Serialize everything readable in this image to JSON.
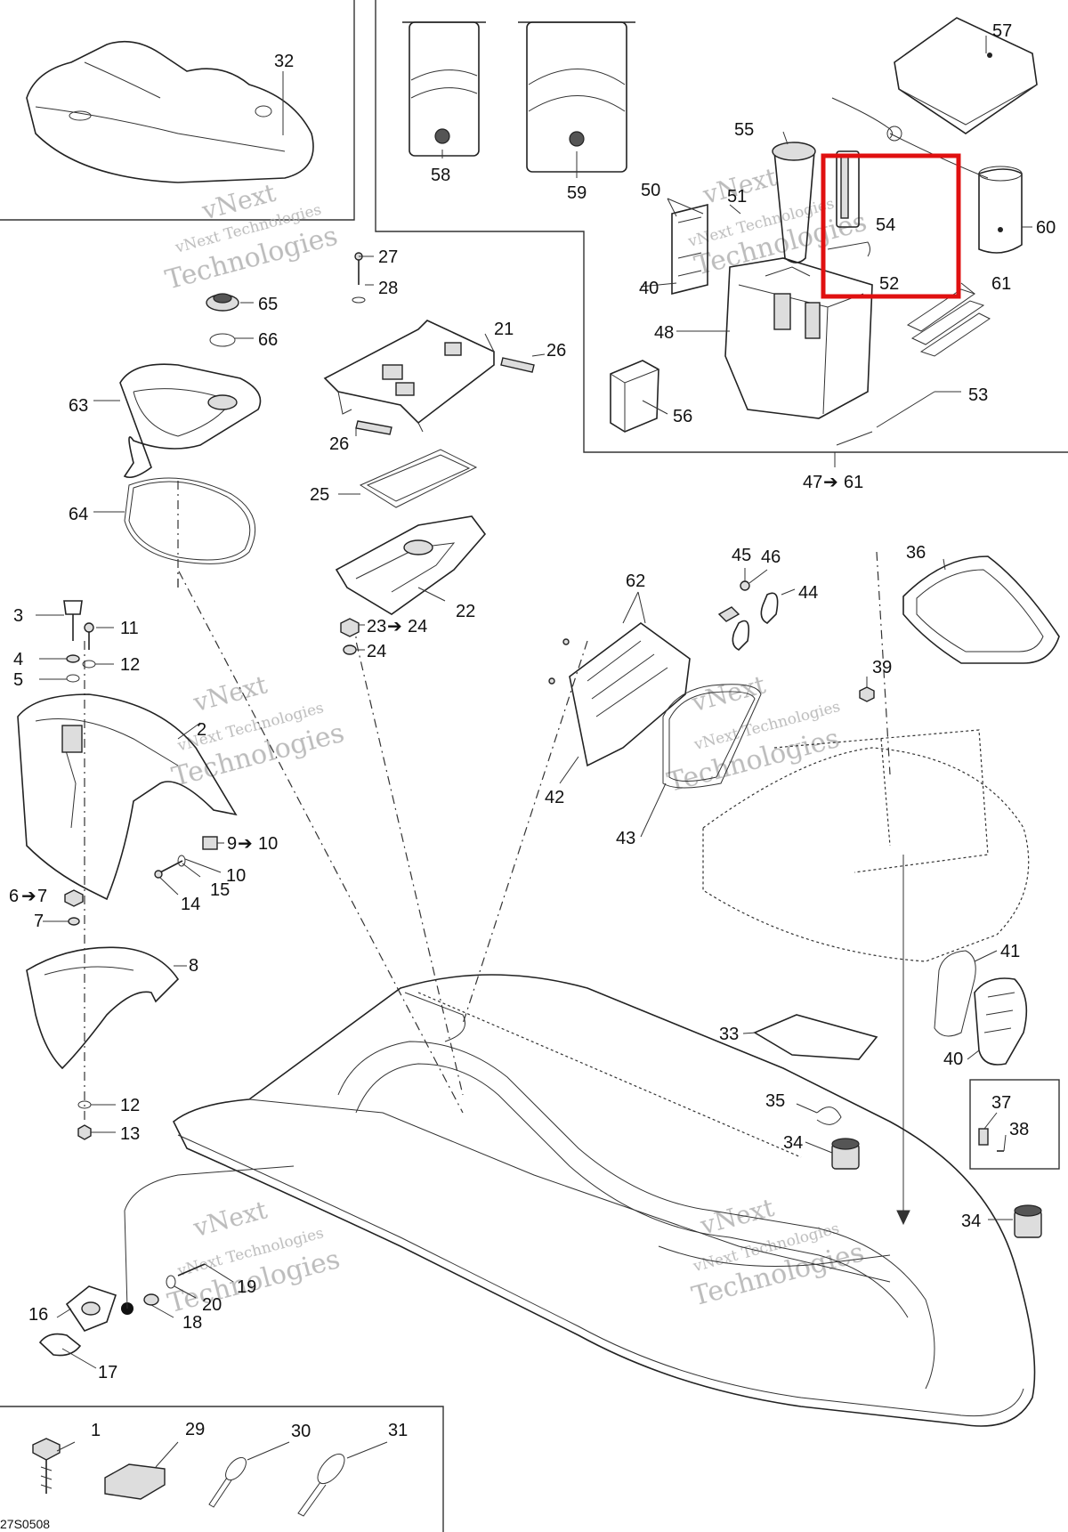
{
  "drawing_code": "27S0508",
  "watermark": {
    "line1": "vNext",
    "line2": "vNext Technologies",
    "line3": "Technologies"
  },
  "highlight_color": "#e01010",
  "callouts": [
    {
      "id": "c1",
      "text": "1"
    },
    {
      "id": "c2",
      "text": "2"
    },
    {
      "id": "c3",
      "text": "3"
    },
    {
      "id": "c4",
      "text": "4"
    },
    {
      "id": "c5",
      "text": "5"
    },
    {
      "id": "c6",
      "text": "6"
    },
    {
      "id": "c6to7",
      "text": "7"
    },
    {
      "id": "c7",
      "text": "7"
    },
    {
      "id": "c8",
      "text": "8"
    },
    {
      "id": "c9",
      "text": "9"
    },
    {
      "id": "c9to10",
      "text": "10"
    },
    {
      "id": "c10",
      "text": "10"
    },
    {
      "id": "c11",
      "text": "11"
    },
    {
      "id": "c12a",
      "text": "12"
    },
    {
      "id": "c12b",
      "text": "12"
    },
    {
      "id": "c13",
      "text": "13"
    },
    {
      "id": "c14",
      "text": "14"
    },
    {
      "id": "c15",
      "text": "15"
    },
    {
      "id": "c16",
      "text": "16"
    },
    {
      "id": "c17",
      "text": "17"
    },
    {
      "id": "c18",
      "text": "18"
    },
    {
      "id": "c19",
      "text": "19"
    },
    {
      "id": "c20",
      "text": "20"
    },
    {
      "id": "c21",
      "text": "21"
    },
    {
      "id": "c22",
      "text": "22"
    },
    {
      "id": "c23",
      "text": "23"
    },
    {
      "id": "c23to24",
      "text": "24"
    },
    {
      "id": "c24",
      "text": "24"
    },
    {
      "id": "c25",
      "text": "25"
    },
    {
      "id": "c26a",
      "text": "26"
    },
    {
      "id": "c26b",
      "text": "26"
    },
    {
      "id": "c27",
      "text": "27"
    },
    {
      "id": "c28",
      "text": "28"
    },
    {
      "id": "c29",
      "text": "29"
    },
    {
      "id": "c30",
      "text": "30"
    },
    {
      "id": "c31",
      "text": "31"
    },
    {
      "id": "c32",
      "text": "32"
    },
    {
      "id": "c33",
      "text": "33"
    },
    {
      "id": "c34a",
      "text": "34"
    },
    {
      "id": "c34b",
      "text": "34"
    },
    {
      "id": "c35",
      "text": "35"
    },
    {
      "id": "c36",
      "text": "36"
    },
    {
      "id": "c37",
      "text": "37"
    },
    {
      "id": "c38",
      "text": "38"
    },
    {
      "id": "c39",
      "text": "39"
    },
    {
      "id": "c40a",
      "text": "40"
    },
    {
      "id": "c40b",
      "text": "40"
    },
    {
      "id": "c41",
      "text": "41"
    },
    {
      "id": "c42",
      "text": "42"
    },
    {
      "id": "c43",
      "text": "43"
    },
    {
      "id": "c44",
      "text": "44"
    },
    {
      "id": "c45",
      "text": "45"
    },
    {
      "id": "c46",
      "text": "46"
    },
    {
      "id": "c47",
      "text": "47"
    },
    {
      "id": "c47to61",
      "text": "61"
    },
    {
      "id": "c48",
      "text": "48"
    },
    {
      "id": "c50",
      "text": "50"
    },
    {
      "id": "c51",
      "text": "51"
    },
    {
      "id": "c52",
      "text": "52"
    },
    {
      "id": "c53",
      "text": "53"
    },
    {
      "id": "c54",
      "text": "54"
    },
    {
      "id": "c55",
      "text": "55"
    },
    {
      "id": "c56",
      "text": "56"
    },
    {
      "id": "c57",
      "text": "57"
    },
    {
      "id": "c58",
      "text": "58"
    },
    {
      "id": "c59",
      "text": "59"
    },
    {
      "id": "c60",
      "text": "60"
    },
    {
      "id": "c61",
      "text": "61"
    },
    {
      "id": "c62",
      "text": "62"
    },
    {
      "id": "c63",
      "text": "63"
    },
    {
      "id": "c64",
      "text": "64"
    },
    {
      "id": "c65",
      "text": "65"
    },
    {
      "id": "c66",
      "text": "66"
    }
  ]
}
